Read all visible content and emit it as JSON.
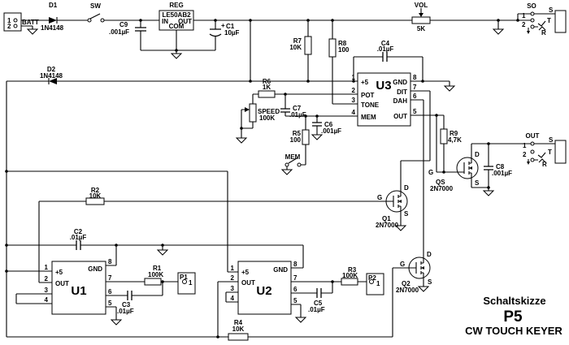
{
  "colors": {
    "chip": "#ffffc6",
    "pad": "#ffb0b0",
    "wire": "#000000",
    "bg": "#ffffff"
  },
  "title": {
    "l1": "Schaltskizze",
    "l2": "P5",
    "l3": "CW TOUCH KEYER"
  },
  "battery": {
    "label": "BATT",
    "p1": "1",
    "p2": "2"
  },
  "switches": {
    "sw": "SW",
    "mem": "MEM"
  },
  "reg": {
    "label": "REG",
    "part": "LE50AB2",
    "in": "IN",
    "out": "OUT",
    "com": "COM"
  },
  "diodes": {
    "d1": {
      "n": "D1",
      "v": "1N4148"
    },
    "d2": {
      "n": "D2",
      "v": "1N4148"
    }
  },
  "caps": {
    "c1": {
      "n": "C1",
      "v": "10µF",
      "plus": "+"
    },
    "c2": {
      "n": "C2",
      "v": ".01µF"
    },
    "c3": {
      "n": "C3",
      "v": ".01µF"
    },
    "c4": {
      "n": "C4",
      "v": ".01µF"
    },
    "c5": {
      "n": "C5",
      "v": ".01µF"
    },
    "c6": {
      "n": "C6",
      "v": ".001µF"
    },
    "c7": {
      "n": "C7",
      "v": ".01µF"
    },
    "c8": {
      "n": "C8",
      "v": ".001µF"
    },
    "c9": {
      "n": "C9",
      "v": ".001µF"
    }
  },
  "resistors": {
    "r1": {
      "n": "R1",
      "v": "100K"
    },
    "r2": {
      "n": "R2",
      "v": "10K"
    },
    "r3": {
      "n": "R3",
      "v": "100K"
    },
    "r4": {
      "n": "R4",
      "v": "10K"
    },
    "r5": {
      "n": "R5",
      "v": "100"
    },
    "r6": {
      "n": "R6",
      "v": "1K"
    },
    "r7": {
      "n": "R7",
      "v": "10K"
    },
    "r8": {
      "n": "R8",
      "v": "100"
    },
    "r9": {
      "n": "R9",
      "v": "4,7K"
    }
  },
  "pots": {
    "vol": {
      "n": "VOL",
      "v": "5K"
    },
    "speed": {
      "n": "SPEED",
      "v": "100K"
    }
  },
  "ics": {
    "u1": {
      "name": "U1",
      "left": [
        "1",
        "2",
        "3",
        "4"
      ],
      "right": [
        "8",
        "7",
        "6",
        "5"
      ],
      "lbl": {
        "p1": "+5",
        "p2": "OUT",
        "p8": "GND"
      }
    },
    "u2": {
      "name": "U2",
      "left": [
        "1",
        "2",
        "3",
        "4"
      ],
      "right": [
        "8",
        "7",
        "6",
        "5"
      ],
      "lbl": {
        "p1": "+5",
        "p2": "OUT",
        "p8": "GND"
      }
    },
    "u3": {
      "name": "U3",
      "left": [
        "1",
        "2",
        "3",
        "4"
      ],
      "right": [
        "8",
        "7",
        "6",
        "5"
      ],
      "lbl": {
        "p1": "+5",
        "p2": "POT",
        "p3": "TONE",
        "p4": "MEM",
        "p8": "GND",
        "p7": "DIT",
        "p6": "DAH",
        "p5": "OUT"
      }
    }
  },
  "fets": {
    "q1": {
      "n": "Q1",
      "v": "2N7000",
      "g": "G",
      "d": "D",
      "s": "S"
    },
    "q2": {
      "n": "Q2",
      "v": "2N7000",
      "g": "G",
      "d": "D",
      "s": "S"
    },
    "qs": {
      "n": "QS",
      "v": "2N7000",
      "g": "G",
      "d": "D",
      "s": "S"
    }
  },
  "pads": {
    "p1": {
      "n": "P1",
      "pin": "1"
    },
    "p2": {
      "n": "P2",
      "pin": "1"
    }
  },
  "jacks": {
    "so": {
      "n": "SO",
      "s": "S",
      "t": "T",
      "r": "R",
      "p1": "1",
      "p2": "2"
    },
    "out": {
      "n": "OUT",
      "s": "S",
      "t": "T",
      "r": "R",
      "p1": "1",
      "p2": "2"
    }
  }
}
